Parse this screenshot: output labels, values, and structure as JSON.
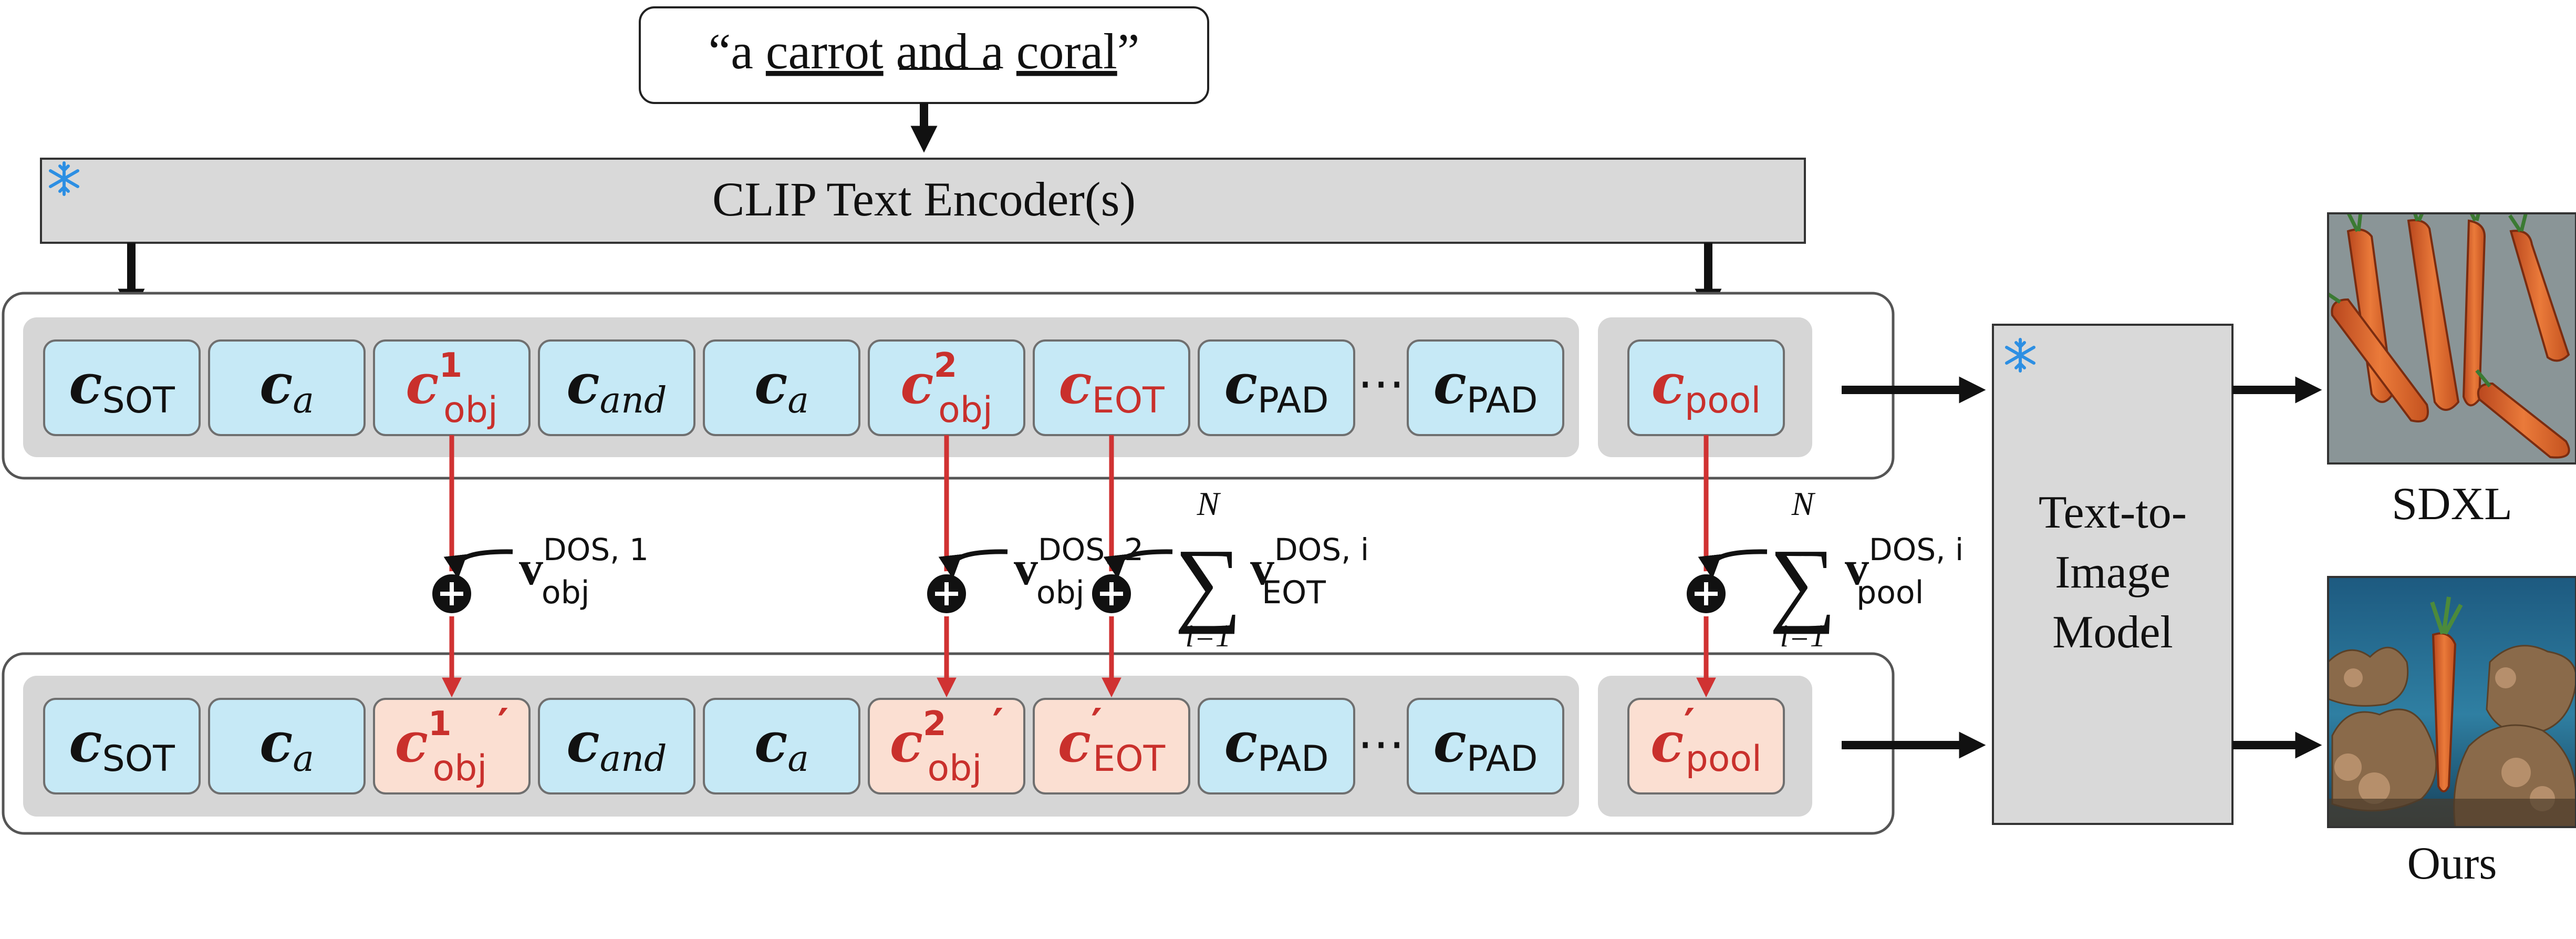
{
  "prompt": {
    "open_quote": "“",
    "prefix": "a ",
    "word1": "carrot",
    "middle": " and a ",
    "word2": "coral",
    "close_quote": "”"
  },
  "encoder": {
    "label": "CLIP Text Encoder(s)",
    "frozen_icon": "snowflake-icon"
  },
  "t2i_model": {
    "line1": "Text-to-",
    "line2": "Image",
    "line3": "Model",
    "frozen_icon": "snowflake-icon"
  },
  "ellipsis": "⋯",
  "tokens_top": [
    {
      "base": "c",
      "sub": "SOT",
      "sup": "",
      "prime": "",
      "color": "black",
      "sub_italic": false
    },
    {
      "base": "c",
      "sub": "a",
      "sup": "",
      "prime": "",
      "color": "black",
      "sub_italic": true
    },
    {
      "base": "c",
      "sub": "obj",
      "sup": "1",
      "prime": "",
      "color": "red",
      "sub_italic": false
    },
    {
      "base": "c",
      "sub": "and",
      "sup": "",
      "prime": "",
      "color": "black",
      "sub_italic": true
    },
    {
      "base": "c",
      "sub": "a",
      "sup": "",
      "prime": "",
      "color": "black",
      "sub_italic": true
    },
    {
      "base": "c",
      "sub": "obj",
      "sup": "2",
      "prime": "",
      "color": "red",
      "sub_italic": false
    },
    {
      "base": "c",
      "sub": "EOT",
      "sup": "",
      "prime": "",
      "color": "red",
      "sub_italic": false
    },
    {
      "base": "c",
      "sub": "PAD",
      "sup": "",
      "prime": "",
      "color": "black",
      "sub_italic": false
    },
    {
      "base": "c",
      "sub": "PAD",
      "sup": "",
      "prime": "",
      "color": "black",
      "sub_italic": false
    }
  ],
  "pool_top": {
    "base": "c",
    "sub": "pool",
    "sup": "",
    "prime": "",
    "color": "red",
    "sub_italic": false
  },
  "tokens_bottom": [
    {
      "base": "c",
      "sub": "SOT",
      "sup": "",
      "prime": "",
      "color": "black",
      "sub_italic": false
    },
    {
      "base": "c",
      "sub": "a",
      "sup": "",
      "prime": "",
      "color": "black",
      "sub_italic": true
    },
    {
      "base": "c",
      "sub": "obj",
      "sup": "1",
      "prime": "′",
      "color": "red",
      "sub_italic": false
    },
    {
      "base": "c",
      "sub": "and",
      "sup": "",
      "prime": "",
      "color": "black",
      "sub_italic": true
    },
    {
      "base": "c",
      "sub": "a",
      "sup": "",
      "prime": "",
      "color": "black",
      "sub_italic": true
    },
    {
      "base": "c",
      "sub": "obj",
      "sup": "2",
      "prime": "′",
      "color": "red",
      "sub_italic": false
    },
    {
      "base": "c",
      "sub": "EOT",
      "sup": "",
      "prime": "′",
      "color": "red",
      "sub_italic": false
    },
    {
      "base": "c",
      "sub": "PAD",
      "sup": "",
      "prime": "",
      "color": "black",
      "sub_italic": false
    },
    {
      "base": "c",
      "sub": "PAD",
      "sup": "",
      "prime": "",
      "color": "black",
      "sub_italic": false
    }
  ],
  "pool_bottom": {
    "base": "c",
    "sub": "pool",
    "sup": "",
    "prime": "′",
    "color": "red",
    "sub_italic": false
  },
  "dos_vectors": [
    {
      "base": "v",
      "sub": "obj",
      "sup": "DOS, 1",
      "summed": false
    },
    {
      "base": "v",
      "sub": "obj",
      "sup": "DOS, 2",
      "summed": false
    },
    {
      "base": "v",
      "sub": "EOT",
      "sup": "DOS, i",
      "summed": true
    },
    {
      "base": "v",
      "sub": "pool",
      "sup": "DOS, i",
      "summed": true
    }
  ],
  "sum": {
    "symbol": "∑",
    "upper": "N",
    "lower": "i=1"
  },
  "plus_symbol": "+",
  "outputs": [
    {
      "label": "SDXL",
      "image": "generated carrots on gray background"
    },
    {
      "label": "Ours",
      "image": "carrot among coral reef"
    }
  ]
}
